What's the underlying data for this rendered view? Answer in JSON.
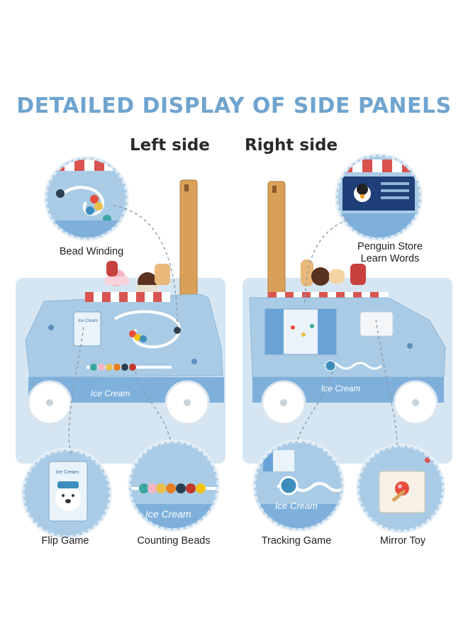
{
  "title": "DETAILED DISPLAY OF SIDE PANELS",
  "sides": {
    "left": "Left side",
    "right": "Right side"
  },
  "features": {
    "bead_winding": "Bead Winding",
    "penguin_store_line1": "Penguin Store",
    "penguin_store_line2": "Learn Words",
    "flip_game": "Flip Game",
    "counting_beads": "Counting Beads",
    "tracking_game": "Tracking Game",
    "mirror_toy": "Mirror Toy"
  },
  "toy_text": {
    "left_truck": "Ice Cream",
    "right_truck": "Ice Cream",
    "left_sign": "Ice Cream",
    "counting_zoom": "Ice Cream",
    "tracking_zoom": "Ice Cream",
    "flip_zoom": "Ice Cream"
  },
  "colors": {
    "title": "#6fa4cf",
    "panel_bg": "#d5e6f2",
    "toy_blue": "#a9cbe6",
    "wood": "#d9a05a"
  }
}
